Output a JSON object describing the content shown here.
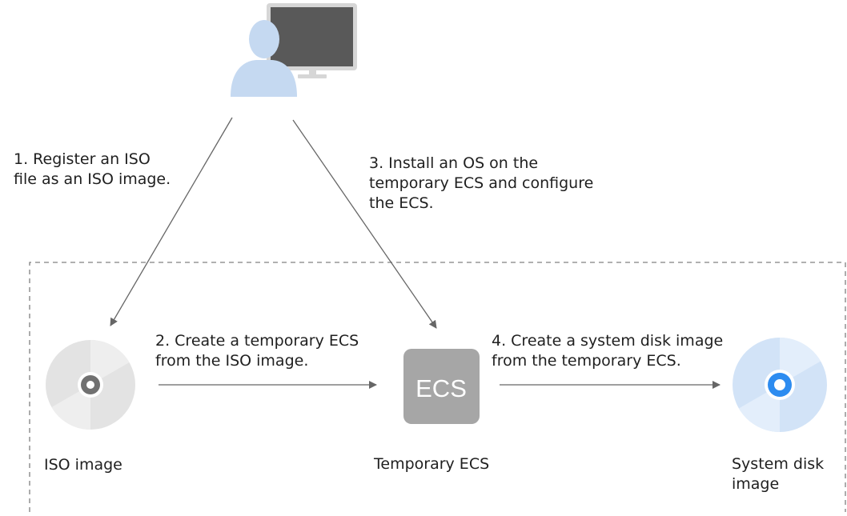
{
  "steps": [
    {
      "lines": [
        "1. Register an ISO",
        "file as an ISO image."
      ]
    },
    {
      "lines": [
        "2. Create a temporary ECS",
        "from the ISO image."
      ]
    },
    {
      "lines": [
        "3. Install an OS on the",
        "temporary ECS and configure",
        "the ECS."
      ]
    },
    {
      "lines": [
        "4. Create a system disk image",
        "from the temporary ECS."
      ]
    }
  ],
  "nodes": {
    "iso_image": "ISO image",
    "temporary_ecs": "Temporary ECS",
    "ecs_box_text": "ECS",
    "system_disk_image": [
      "System disk",
      "image"
    ]
  },
  "icons": {
    "user": "user-at-computer-icon",
    "iso_disc": "disc-icon",
    "ecs": "ecs-server-icon",
    "system_disc": "disc-icon"
  },
  "colors": {
    "user_figure": "#c5d9f1",
    "monitor_frame": "#d6d6d6",
    "monitor_screen": "#595959",
    "iso_disc": "#e3e3e3",
    "system_disc": "#d2e3f7",
    "system_disc_center": "#2d8cf0",
    "ecs_box": "#a6a6a6",
    "arrows": "#666666",
    "dashed_border": "#808080"
  }
}
